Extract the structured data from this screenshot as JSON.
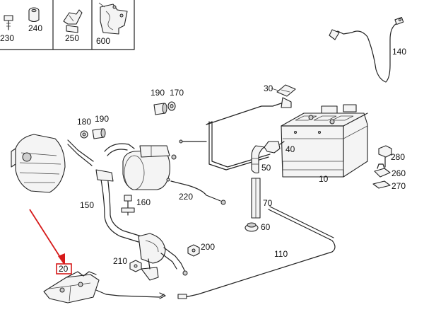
{
  "accent_color": "#d61a1a",
  "legend_labels": [
    "230",
    "240",
    "250",
    "600"
  ],
  "labels": {
    "l10": "10",
    "l20": "20",
    "l30": "30",
    "l40": "40",
    "l50": "50",
    "l60": "60",
    "l70": "70",
    "l110": "110",
    "l140": "140",
    "l150": "150",
    "l160": "160",
    "l170": "170",
    "l180": "180",
    "l190a": "190",
    "l190b": "190",
    "l200": "200",
    "l210": "210",
    "l220": "220",
    "l260": "260",
    "l270": "270",
    "l280": "280"
  },
  "highlighted_label": "20"
}
